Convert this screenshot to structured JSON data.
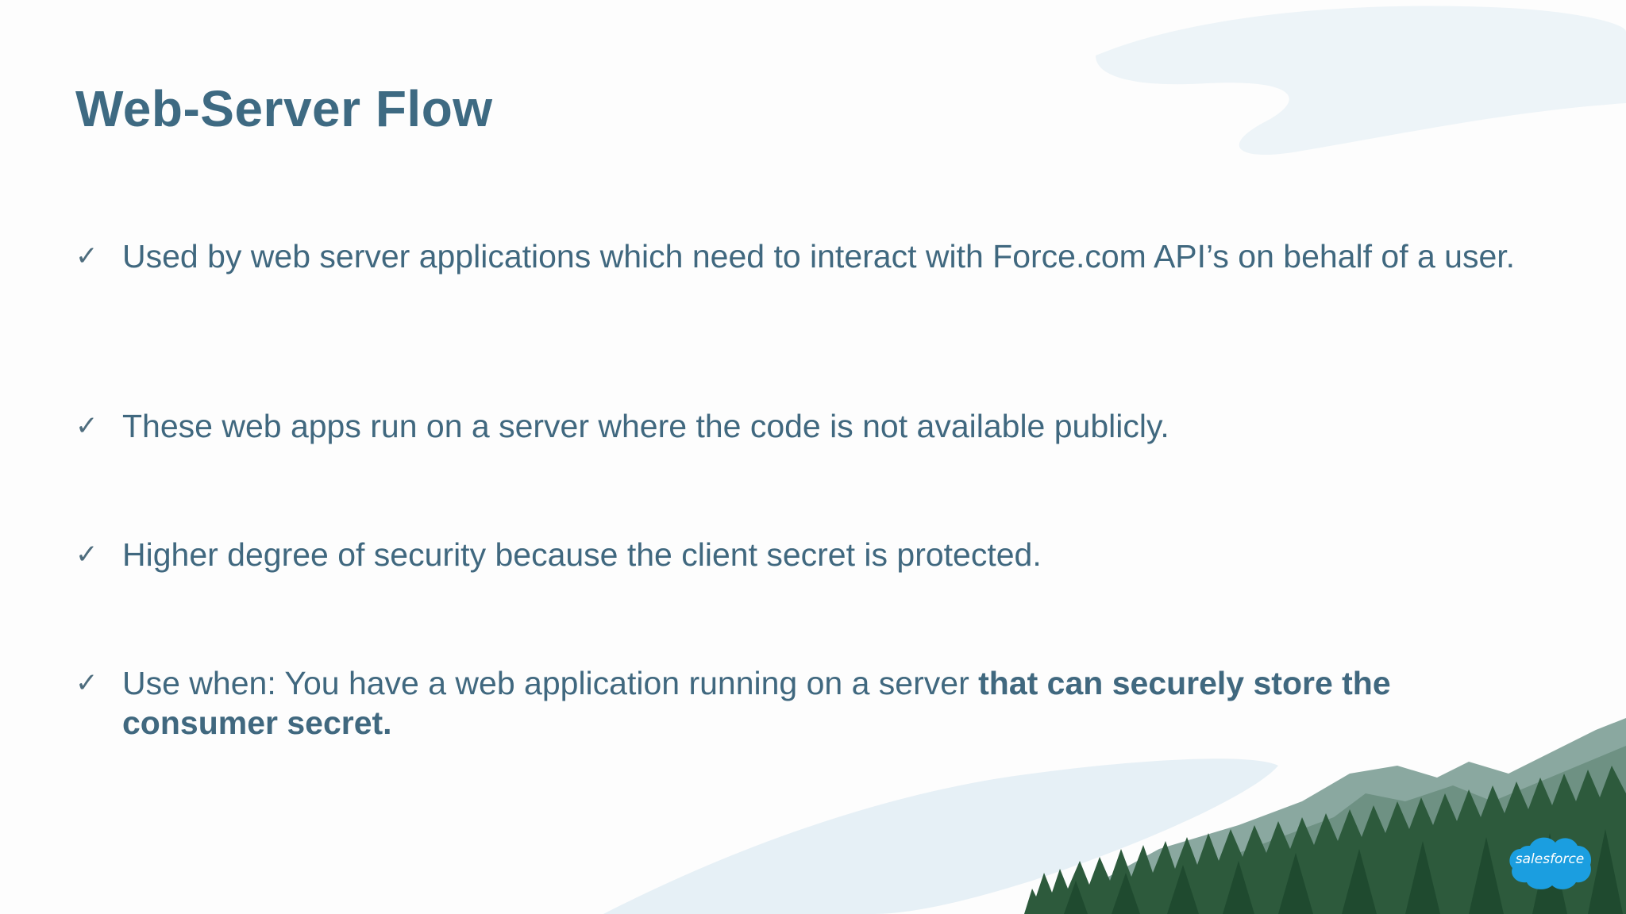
{
  "slide": {
    "title": "Web-Server Flow",
    "check_glyph": "✓",
    "bullets": [
      {
        "text": "Used by web server applications which need to interact with Force.com API’s on behalf of a user."
      },
      {
        "text": "These web apps run on a server where the code is not available publicly."
      },
      {
        "text": "Higher degree of security because the client secret is protected."
      },
      {
        "text_plain": "Use when: You have a web application running on a server ",
        "text_bold": "that can securely store the consumer secret."
      }
    ]
  },
  "logo": {
    "label": "salesforce",
    "icon": "salesforce-cloud-logo",
    "color": "#1b9ee0"
  },
  "colors": {
    "title": "#3e6a82",
    "body_text": "#40687f",
    "check": "#4e6d7e"
  }
}
